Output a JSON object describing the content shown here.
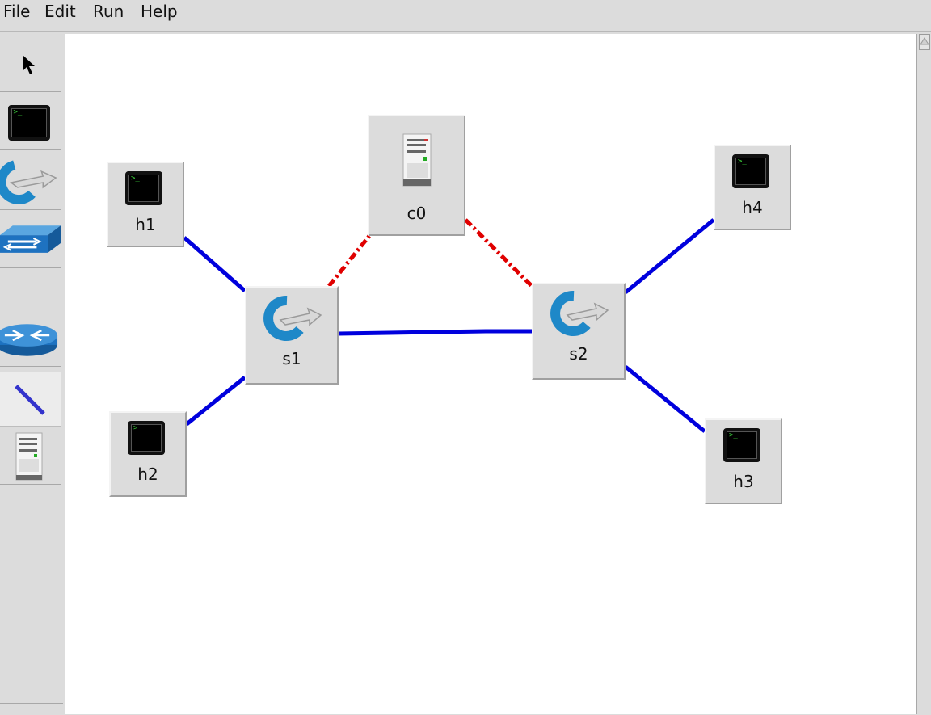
{
  "menu": {
    "items": [
      "File",
      "Edit",
      "Run",
      "Help"
    ]
  },
  "toolbar": {
    "tools": [
      "select-tool",
      "host-tool",
      "switch-tool",
      "legacy-switch-tool",
      "router-tool",
      "link-tool",
      "controller-tool"
    ],
    "active_tool": "link-tool"
  },
  "nodes": {
    "h1": {
      "label": "h1",
      "type": "host"
    },
    "h2": {
      "label": "h2",
      "type": "host"
    },
    "h3": {
      "label": "h3",
      "type": "host"
    },
    "h4": {
      "label": "h4",
      "type": "host"
    },
    "s1": {
      "label": "s1",
      "type": "switch"
    },
    "s2": {
      "label": "s2",
      "type": "switch"
    },
    "c0": {
      "label": "c0",
      "type": "controller"
    }
  },
  "links": [
    {
      "from": "h1",
      "to": "s1",
      "kind": "data"
    },
    {
      "from": "h2",
      "to": "s1",
      "kind": "data"
    },
    {
      "from": "s1",
      "to": "s2",
      "kind": "data"
    },
    {
      "from": "s2",
      "to": "h4",
      "kind": "data"
    },
    {
      "from": "s2",
      "to": "h3",
      "kind": "data"
    },
    {
      "from": "s1",
      "to": "c0",
      "kind": "control"
    },
    {
      "from": "s2",
      "to": "c0",
      "kind": "control"
    }
  ],
  "colors": {
    "data_link": "#0000dd",
    "control_link": "#e00000",
    "switch_blue": "#1e88c8"
  }
}
